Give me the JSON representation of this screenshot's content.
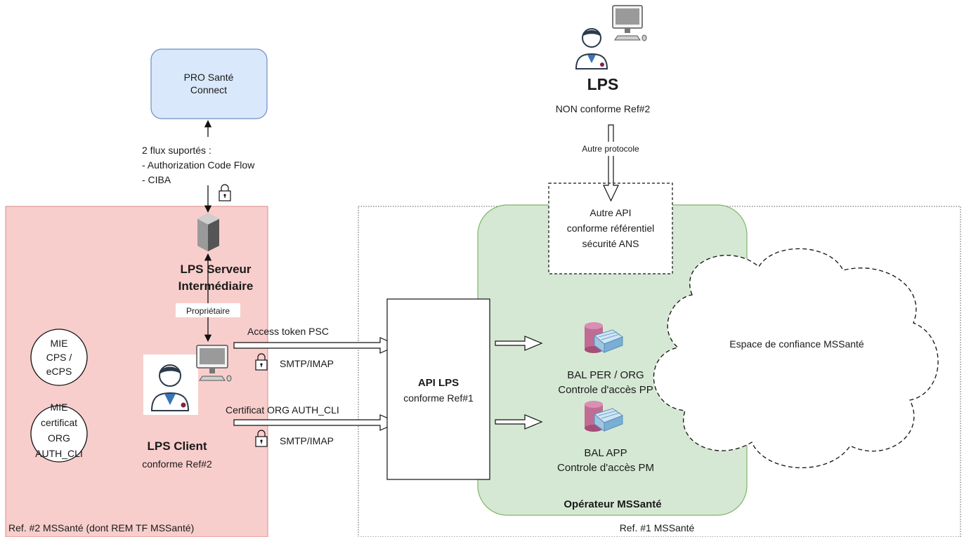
{
  "diagram": {
    "pro_sante_connect": {
      "line1": "PRO Santé",
      "line2": "Connect"
    },
    "flux": {
      "line1": "2 flux suportés :",
      "line2": "- Authorization Code Flow",
      "line3": "- CIBA"
    },
    "lps_top": {
      "title": "LPS",
      "subtitle": "NON conforme Ref#2"
    },
    "autre_protocole": "Autre protocole",
    "autre_api": {
      "line1": "Autre API",
      "line2": "conforme référentiel",
      "line3": "sécurité ANS"
    },
    "lps_serveur": {
      "line1": "LPS Serveur",
      "line2": "Intermédiaire"
    },
    "proprietaire": "Propriétaire",
    "mie_cps": {
      "line1": "MIE",
      "line2": "CPS /",
      "line3": "eCPS"
    },
    "mie_cert": {
      "line1": "MIE",
      "line2": "certificat",
      "line3": "ORG",
      "line4": "AUTH_CLI"
    },
    "lps_client": {
      "title": "LPS Client",
      "subtitle": "conforme Ref#2"
    },
    "flow_top": {
      "label": "Access token PSC",
      "protocol": "SMTP/IMAP"
    },
    "flow_bottom": {
      "label": "Certificat ORG AUTH_CLI",
      "protocol": "SMTP/IMAP"
    },
    "api_lps": {
      "title": "API LPS",
      "subtitle": "conforme Ref#1"
    },
    "bal_per": {
      "line1": "BAL PER / ORG",
      "line2": "Controle d'accès PP"
    },
    "bal_app": {
      "line1": "BAL APP",
      "line2": "Controle d'accès PM"
    },
    "espace_confiance": "Espace de confiance MSSanté",
    "operateur": "Opérateur MSSanté",
    "ref2_zone": "Ref. #2 MSSanté (dont REM TF MSSanté)",
    "ref1_zone": "Ref. #1 MSSanté"
  },
  "colors": {
    "pink_zone": "#f8cecc",
    "pink_border": "#d98b88",
    "green_zone": "#d5e8d4",
    "green_border": "#82b366",
    "blue_box": "#dae8fc",
    "blue_border": "#6c8ebf",
    "cylinder_top": "#a64d79",
    "cylinder_body": "#c06c93"
  }
}
